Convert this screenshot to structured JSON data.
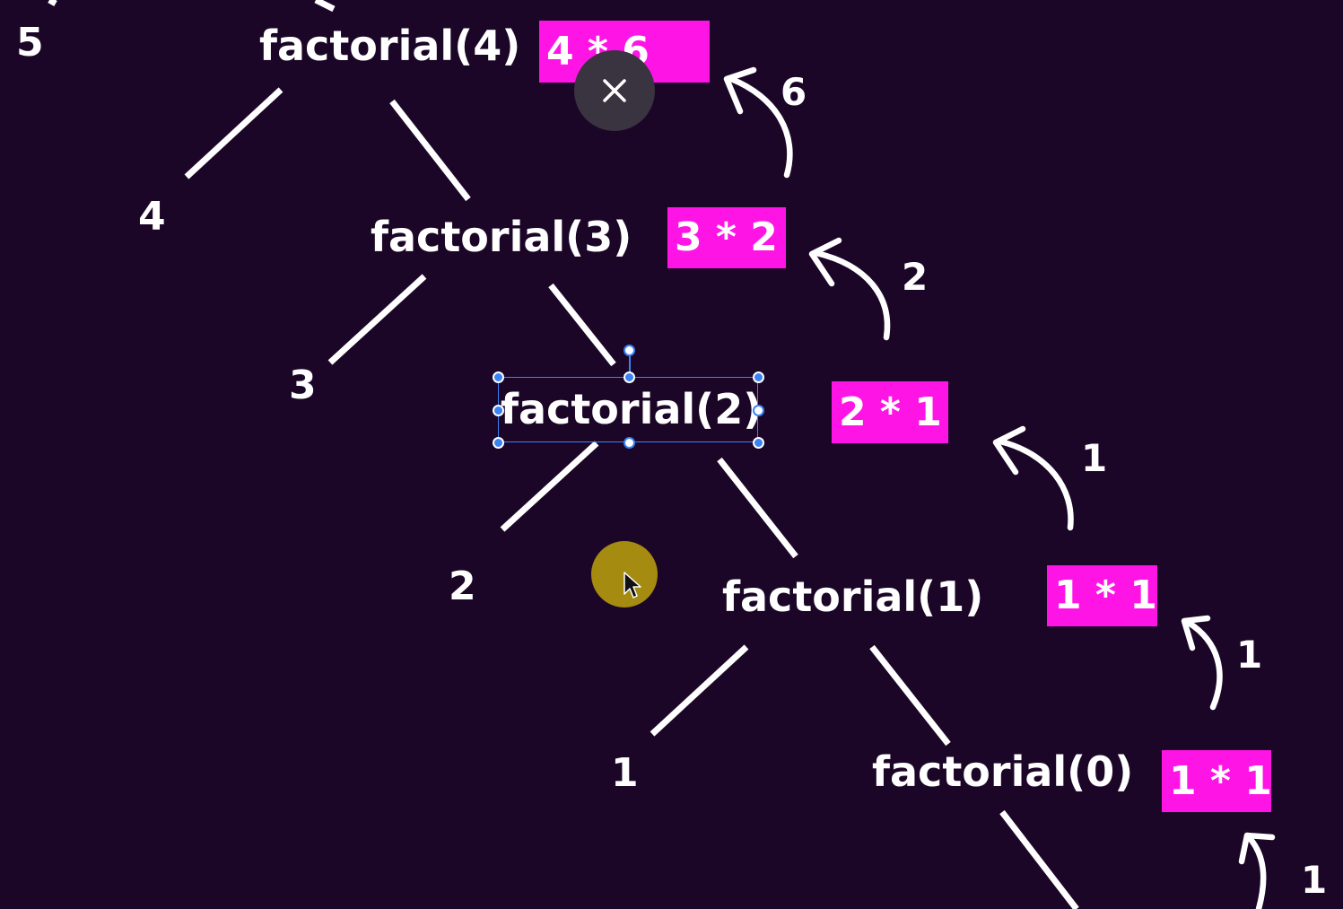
{
  "calls": [
    {
      "id": "f4",
      "text": "factorial(4)"
    },
    {
      "id": "f3",
      "text": "factorial(3)"
    },
    {
      "id": "f2",
      "text": "factorial(2)"
    },
    {
      "id": "f1",
      "text": "factorial(1)"
    },
    {
      "id": "f0",
      "text": "factorial(0)"
    }
  ],
  "leaves": [
    "5",
    "4",
    "3",
    "2",
    "1"
  ],
  "results": [
    "4 * 6",
    "3 * 2",
    "2 * 1",
    "1 * 1",
    "1 * 1"
  ],
  "return_values": [
    "6",
    "2",
    "1",
    "1",
    "1"
  ],
  "colors": {
    "background": "#1c0628",
    "highlight": "#ff14e6",
    "text": "#ffffff",
    "selection": "#3b82f6",
    "cursor": "#a58b10"
  },
  "icons": {
    "close": "close-icon",
    "cursor": "pointer-icon",
    "return_arrow": "curved-arrow-icon"
  }
}
